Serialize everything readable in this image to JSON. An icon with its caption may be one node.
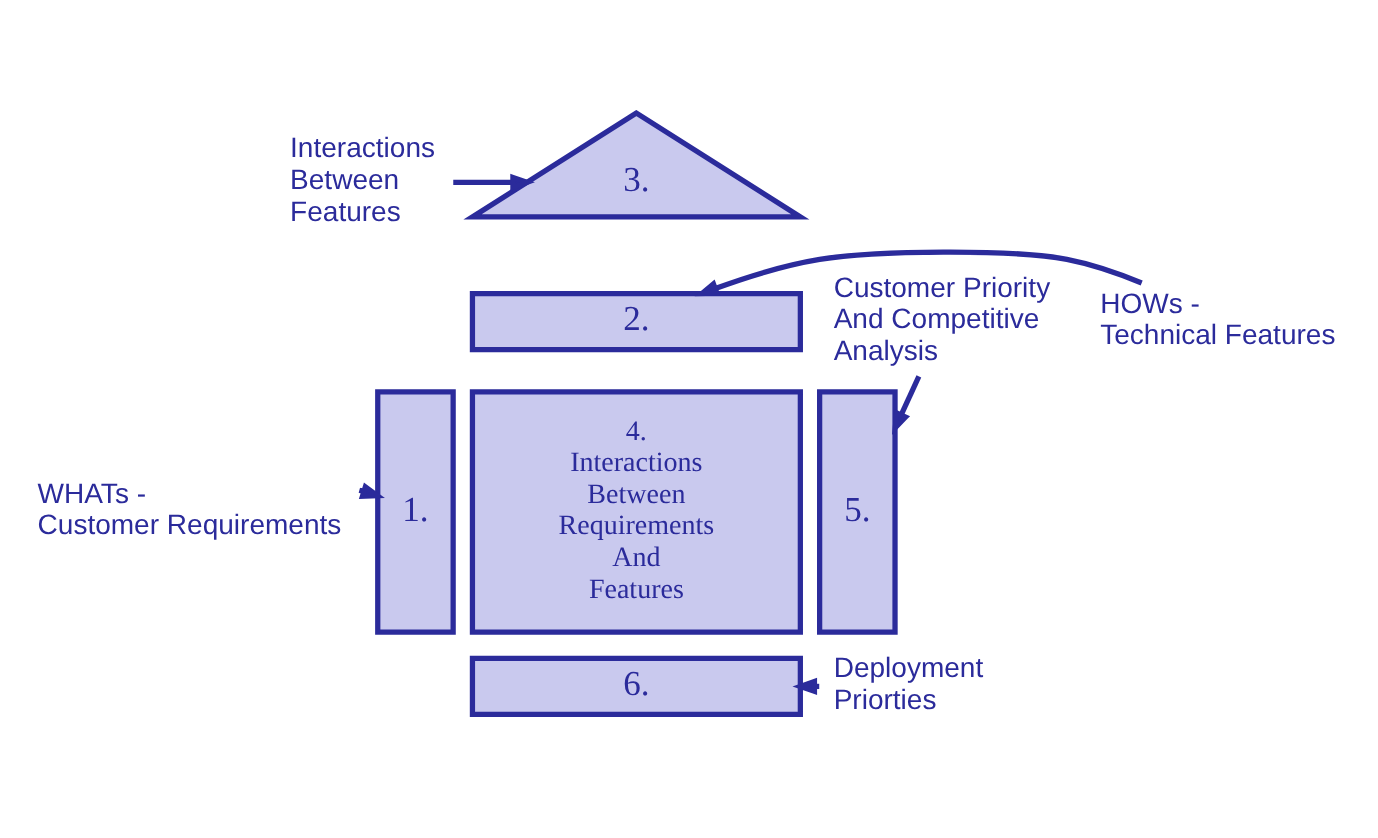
{
  "diagram": {
    "nodes": [
      {
        "text": [
          "Interactions Between Features"
        ]
      },
      {
        "text": [
          "3."
        ]
      },
      {
        "text": [
          "HOWs - Technical Features"
        ]
      },
      {
        "text": [
          "2."
        ]
      },
      {
        "text": [
          "Customer Priority And Competitive Analysis"
        ]
      },
      {
        "text": [
          "WHATs - Customer Requirements"
        ]
      },
      {
        "text": [
          "1."
        ]
      },
      {
        "text": [
          "4.",
          "Interactions Between Requirements And Features"
        ]
      },
      {
        "text": [
          "5."
        ]
      },
      {
        "text": [
          "6."
        ]
      },
      {
        "text": [
          "Deployment Priorties"
        ]
      }
    ],
    "edges": [
      {
        "from": 0,
        "to": 1,
        "arrow": "to"
      },
      {
        "from": 2,
        "to": 3,
        "arrow": "to"
      },
      {
        "from": 4,
        "to": 8,
        "arrow": "to"
      },
      {
        "from": 5,
        "to": 6,
        "arrow": "to"
      },
      {
        "from": 10,
        "to": 9,
        "arrow": "to"
      }
    ]
  }
}
